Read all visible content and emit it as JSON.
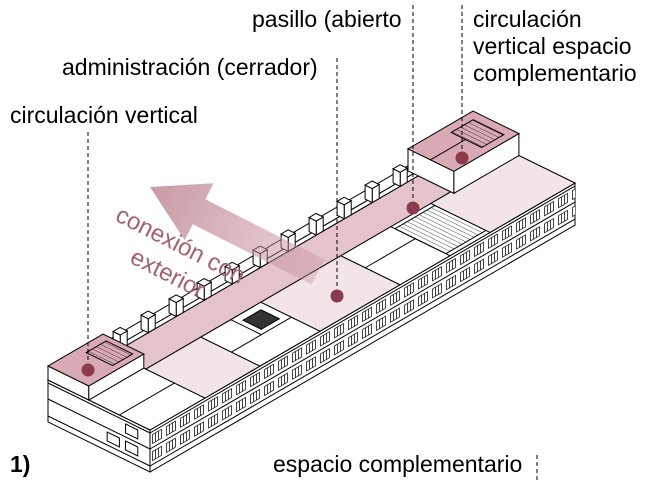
{
  "labels": {
    "pasillo": "pasillo (abierto",
    "circulacion_vertical_complementario": [
      "circulación",
      "vertical espacio",
      "complementario"
    ],
    "administracion": "administración (cerrador)",
    "circulacion_vertical": "circulación vertical",
    "conexion": [
      "conexión con",
      "exterior"
    ],
    "figure_number": "1)",
    "espacio_complementario": "espacio complementario"
  },
  "colors": {
    "marker": "#8b3b4c",
    "arrow": "#c48f99",
    "arrow_text": "#a5606d",
    "corridor": "#e4c3ca",
    "room": "#f3e4e7",
    "tower": "#d9aab3"
  }
}
